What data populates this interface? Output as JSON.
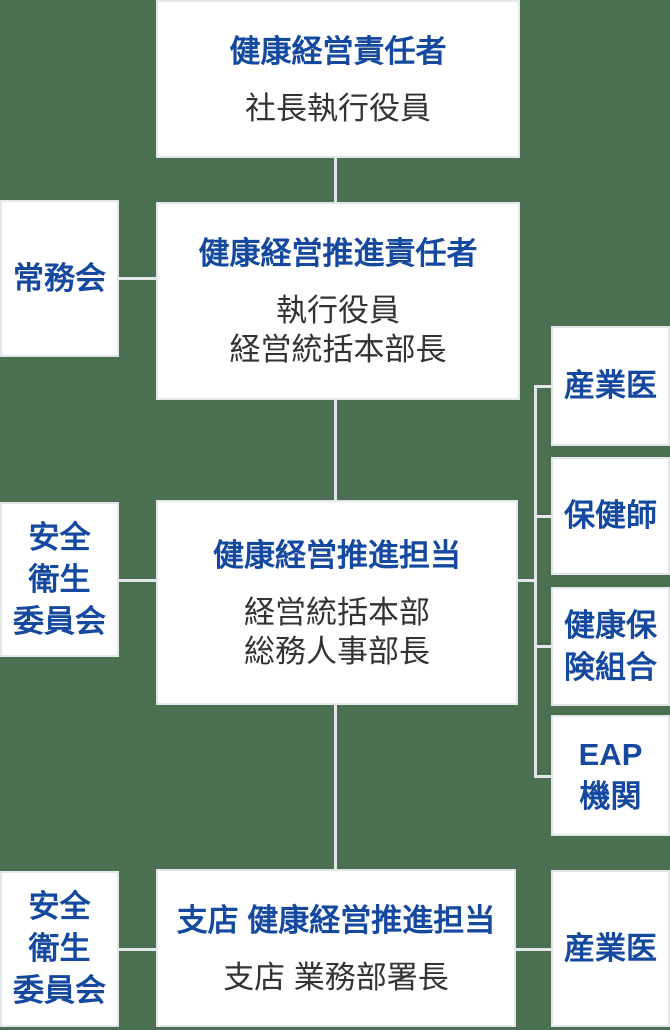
{
  "colors": {
    "background": "#4A7051",
    "box_bg": "#FFFFFF",
    "line": "#E3E7EA",
    "title_blue": "#14499F",
    "subtitle_dark": "#333333"
  },
  "org_chart": {
    "type": "org-chart",
    "nodes": {
      "top": {
        "title": "健康経営責任者",
        "subtitle": "社長執行役員"
      },
      "jomukai": {
        "title": "常務会"
      },
      "promotion_officer": {
        "title": "健康経営推進責任者",
        "subtitle": "執行役員\n経営統括本部長"
      },
      "safety_committee_1": {
        "title": "安全\n衛生\n委員会"
      },
      "promotion_staff": {
        "title": "健康経営推進担当",
        "subtitle": "経営統括本部\n総務人事部長"
      },
      "occupational_physician_1": {
        "title": "産業医"
      },
      "public_health_nurse": {
        "title": "保健師"
      },
      "health_insurance_union": {
        "title": "健康保\n険組合"
      },
      "eap_organization": {
        "title": "EAP\n機関"
      },
      "safety_committee_2": {
        "title": "安全\n衛生\n委員会"
      },
      "branch_promotion_staff": {
        "title": "支店 健康経営推進担当",
        "subtitle": "支店 業務部署長"
      },
      "occupational_physician_2": {
        "title": "産業医"
      }
    },
    "edges": [
      [
        "top",
        "promotion_officer"
      ],
      [
        "jomukai",
        "promotion_officer"
      ],
      [
        "promotion_officer",
        "promotion_staff"
      ],
      [
        "safety_committee_1",
        "promotion_staff"
      ],
      [
        "promotion_staff",
        "occupational_physician_1"
      ],
      [
        "promotion_staff",
        "public_health_nurse"
      ],
      [
        "promotion_staff",
        "health_insurance_union"
      ],
      [
        "promotion_staff",
        "eap_organization"
      ],
      [
        "promotion_staff",
        "branch_promotion_staff"
      ],
      [
        "safety_committee_2",
        "branch_promotion_staff"
      ],
      [
        "branch_promotion_staff",
        "occupational_physician_2"
      ]
    ]
  }
}
